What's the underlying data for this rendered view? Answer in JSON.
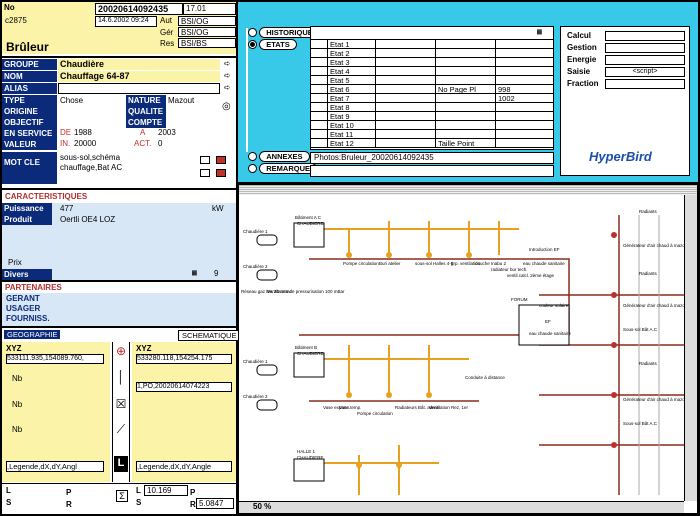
{
  "record": {
    "no_label": "No",
    "no_value": "20020614092435",
    "seq": "17.01",
    "code": "c2875",
    "date": "14.6.2002 09:24",
    "aut_label": "Aut",
    "aut_val": "BSI/OG",
    "ger_label": "Gér",
    "ger_val": "BSI/OG",
    "res_label": "Res",
    "res_val": "BSI/BS",
    "title": "Brûleur"
  },
  "fields": {
    "groupe_label": "GROUPE",
    "groupe_val": "Chaudière",
    "nom_label": "NOM",
    "nom_val": "Chauffage 64-87",
    "alias_label": "ALIAS",
    "type_label": "TYPE",
    "type_val": "Chose",
    "nature_label": "NATURE",
    "nature_val": "Mazout",
    "origine_label": "ORIGINE",
    "qualite_label": "QUALITE",
    "objectif_label": "OBJECTIF",
    "compte_label": "COMPTE",
    "service_label": "EN SERVICE",
    "de_label": "DE",
    "de_val": "1988",
    "a_label": "A",
    "a_val": "2003",
    "valeur_label": "VALEUR",
    "in_label": "IN.",
    "in_val": "20000",
    "act_label": "ACT.",
    "act_val": "0",
    "motcle_label": "MOT CLE",
    "motcle_val1": "sous-sol,schéma",
    "motcle_val2": "chauffage,Bat AC"
  },
  "carac": {
    "title": "CARACTERISTIQUES",
    "puissance_label": "Puissance",
    "puissance_val": "477",
    "puissance_unit": "kW",
    "produit_label": "Produit",
    "produit_val": "Oertli OE4 LOZ",
    "prix_label": "Prix",
    "divers_label": "Divers",
    "divers_val": "9"
  },
  "partenaires": {
    "title": "PARTENAIRES",
    "gerant": "GERANT",
    "usager": "USAGER",
    "fourniss": "FOURNISS."
  },
  "geo": {
    "tab_geo": "GEOGRAPHIE",
    "tab_sch": "SCHEMATIQUE",
    "xyz_label": "XYZ",
    "xyz_left": "533111.935,154089.760,",
    "xyz_right": "533280.118,154254.175",
    "nb_label": "Nb",
    "right_row2": "1,PO,20020614074223",
    "legend_left": ",Legende,dX,dY,Angl",
    "legend_right": ",Legende,dX,dY,Angle",
    "l_label": "L",
    "s_label": "S",
    "p_label": "P",
    "r_label": "R",
    "l_val": "10.169",
    "p_val": "5.0847"
  },
  "top": {
    "historique": "HISTORIQUE",
    "etats": "ETATS",
    "annexes": "ANNEXES",
    "remarque": "REMARQUE",
    "annex_val": "Photos:Bruleur_20020614092435"
  },
  "etats": [
    {
      "name": "Etat 1",
      "c2": "",
      "c3": ""
    },
    {
      "name": "Etat 2",
      "c2": "",
      "c3": ""
    },
    {
      "name": "Etat 3",
      "c2": "",
      "c3": ""
    },
    {
      "name": "Etat 4",
      "c2": "",
      "c3": ""
    },
    {
      "name": "Etat 5",
      "c2": "",
      "c3": ""
    },
    {
      "name": "Etat 6",
      "c2": "No Page Pl",
      "c3": "998"
    },
    {
      "name": "Etat 7",
      "c2": "",
      "c3": "1002"
    },
    {
      "name": "Etat 8",
      "c2": "",
      "c3": ""
    },
    {
      "name": "Etat 9",
      "c2": "",
      "c3": ""
    },
    {
      "name": "Etat 10",
      "c2": "",
      "c3": ""
    },
    {
      "name": "Etat 11",
      "c2": "",
      "c3": ""
    },
    {
      "name": "Etat 12",
      "c2": "Taille Point",
      "c3": ""
    }
  ],
  "menu": {
    "calcul": "Calcul",
    "gestion": "Gestion",
    "energie": "Energie",
    "saisie": "Saisie",
    "saisie_val": "<script>",
    "fraction": "Fraction",
    "logo": "HyperBird"
  },
  "diagram": {
    "zoom": "50 %",
    "labels": [
      "Bâtiment A C",
      "CHAUDIERE",
      "Chaudière 1",
      "Chaudière 2",
      "Pompe circulation",
      "Buri atelier",
      "sous-sol Halles 4-5",
      "grp. ventilation",
      "douche Inabu 2",
      "radiateur bur tech.",
      "ventil.calcl. 2ème étage",
      "eau chaude sanitaire",
      "Introduction EF",
      "Réseau gaz BIL 20 mBar",
      "Ventilateur de pressurisation 100 mBar",
      "Bâtiment B",
      "CHAUDIERE",
      "Chaudière 1",
      "Chaudière 2",
      "Vase expans.",
      "Vase temp.",
      "Pompe circulation",
      "Radiateurs Bât. admin",
      "Ventilation Rez, 1er",
      "Conduite à distance",
      "FORUM",
      "couleur solaire",
      "eau chaude sanitaire",
      "EF",
      "HALLE 1",
      "CHAUDIERE",
      "Radiants",
      "Générateur d'air chaud à mazout",
      "Radiants",
      "Générateur d'air chaud à mazout",
      "Sous-sol Bât A.C",
      "Radiants",
      "Générateur d'air chaud à mazout",
      "Sous-sol Bât A.C"
    ]
  }
}
